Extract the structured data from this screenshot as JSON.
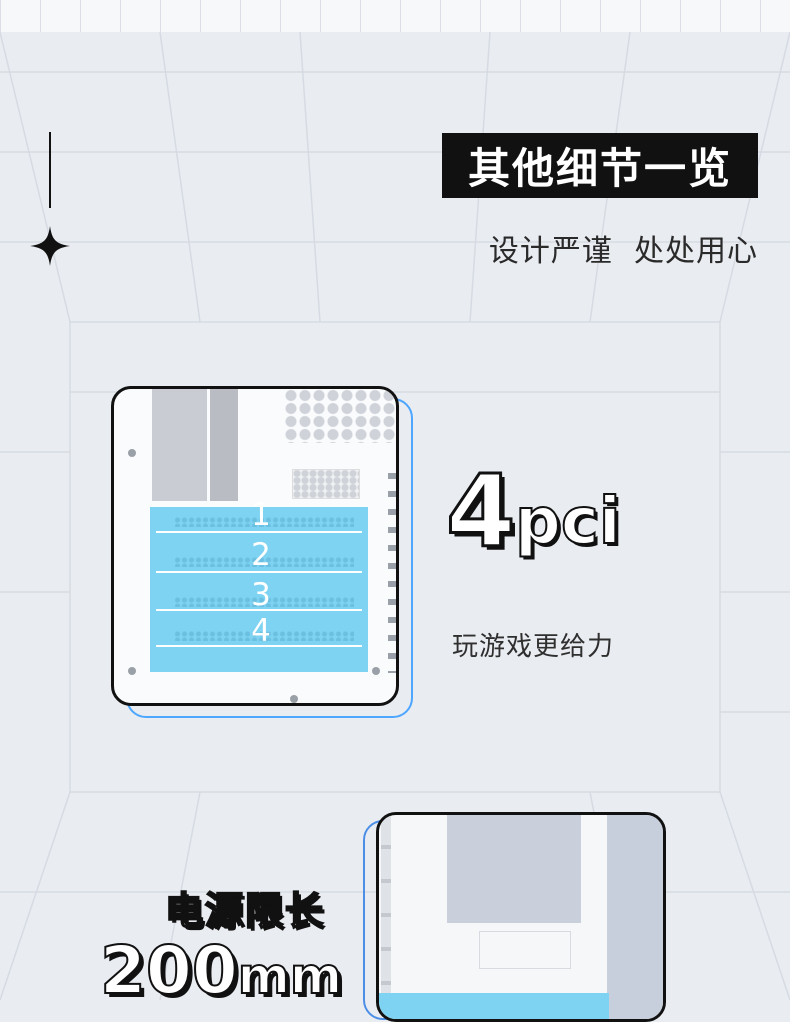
{
  "header": {
    "title": "其他细节一览",
    "subtitle": "设计严谨  处处用心"
  },
  "pci_section": {
    "count": "4",
    "unit": "pci",
    "description": "玩游戏更给力",
    "slots": [
      "1",
      "2",
      "3",
      "4"
    ],
    "highlight_color": "#7ed3f2"
  },
  "psu_section": {
    "label": "电源限长",
    "value": "200",
    "unit": "mm"
  },
  "colors": {
    "background": "#e9ecf1",
    "accent_blue": "#4da6ff",
    "title_box": "#111111"
  },
  "icons": [
    "four-point-star-icon"
  ]
}
